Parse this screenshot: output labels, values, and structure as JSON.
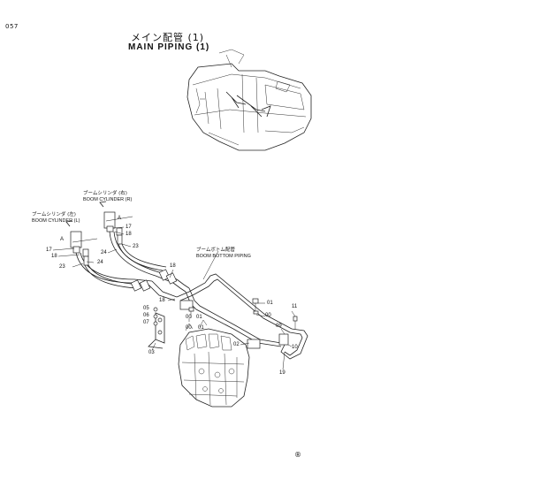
{
  "header": {
    "page_number": "057",
    "title_jp": "メイン配管 (1)",
    "title_en": "MAIN PIPING (1)"
  },
  "callouts": {
    "boom_cyl_r_jp": "ブームシリンダ (右)",
    "boom_cyl_r_en": "BOOM CYLINDER (R)",
    "boom_cyl_l_jp": "ブームシリンダ (左)",
    "boom_cyl_l_en": "BOOM CYLINDER (L)",
    "boom_bottom_jp": "ブームボトム配管",
    "boom_bottom_en": "BOOM BOTTOM PIPING"
  },
  "parts": {
    "a_r": "A",
    "n17_r": "17",
    "n18_r": "18",
    "n23_r": "23",
    "n24_r": "24",
    "a_l": "A",
    "n17_l": "17",
    "n18_l": "18",
    "n23_l": "23",
    "n24_l": "24",
    "n18_mid": "18",
    "n18_low": "18",
    "n00_a": "00",
    "n01_a": "01",
    "n01_b": "01",
    "n05": "05",
    "n06": "06",
    "n07": "07",
    "n03": "03",
    "n00_b": "00",
    "n02": "02",
    "n11": "11",
    "n09": "09",
    "n10": "10",
    "n19": "19",
    "n01_c": "01"
  },
  "footer": {
    "mark": "®"
  }
}
